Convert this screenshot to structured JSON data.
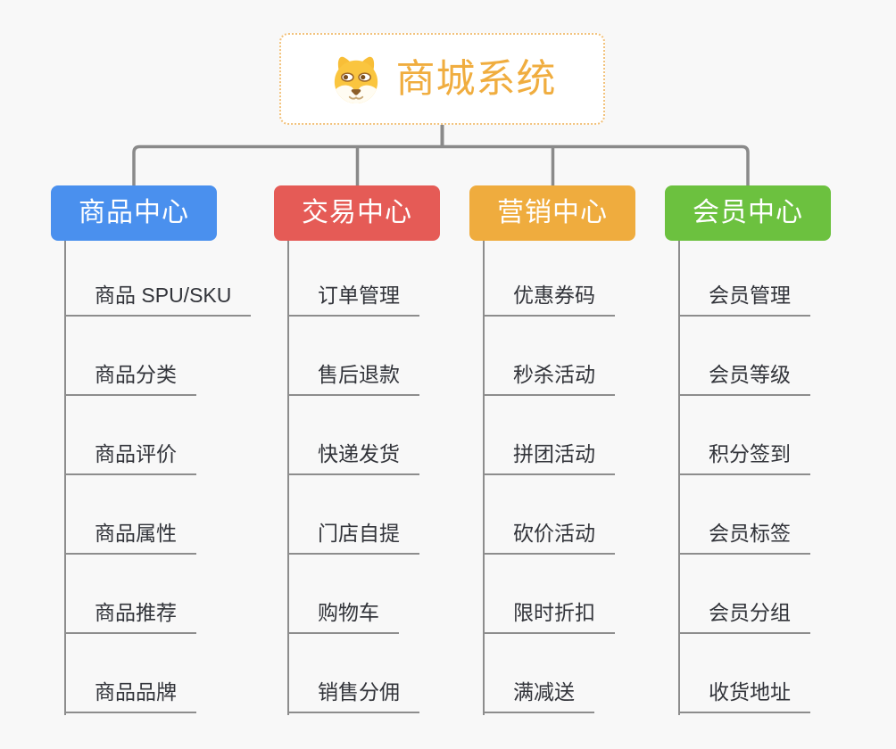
{
  "root": {
    "title": "商城系统",
    "icon": "dog-icon"
  },
  "branches": [
    {
      "id": "product-center",
      "label": "商品中心",
      "color": "#4A90EE",
      "items": [
        "商品 SPU/SKU",
        "商品分类",
        "商品评价",
        "商品属性",
        "商品推荐",
        "商品品牌"
      ]
    },
    {
      "id": "trade-center",
      "label": "交易中心",
      "color": "#E55B56",
      "items": [
        "订单管理",
        "售后退款",
        "快递发货",
        "门店自提",
        "购物车",
        "销售分佣"
      ]
    },
    {
      "id": "marketing-center",
      "label": "营销中心",
      "color": "#EFAC3E",
      "items": [
        "优惠券码",
        "秒杀活动",
        "拼团活动",
        "砍价活动",
        "限时折扣",
        "满减送"
      ]
    },
    {
      "id": "member-center",
      "label": "会员中心",
      "color": "#6CC13F",
      "items": [
        "会员管理",
        "会员等级",
        "积分签到",
        "会员标签",
        "会员分组",
        "收货地址"
      ]
    }
  ],
  "colors": {
    "canvas_bg": "#F8F8F8",
    "root_border": "#F2C27C",
    "root_text": "#F0AD3F",
    "connector_line": "#8A8A8A",
    "item_text": "#32343A",
    "item_underline": "#8D8D8D"
  }
}
